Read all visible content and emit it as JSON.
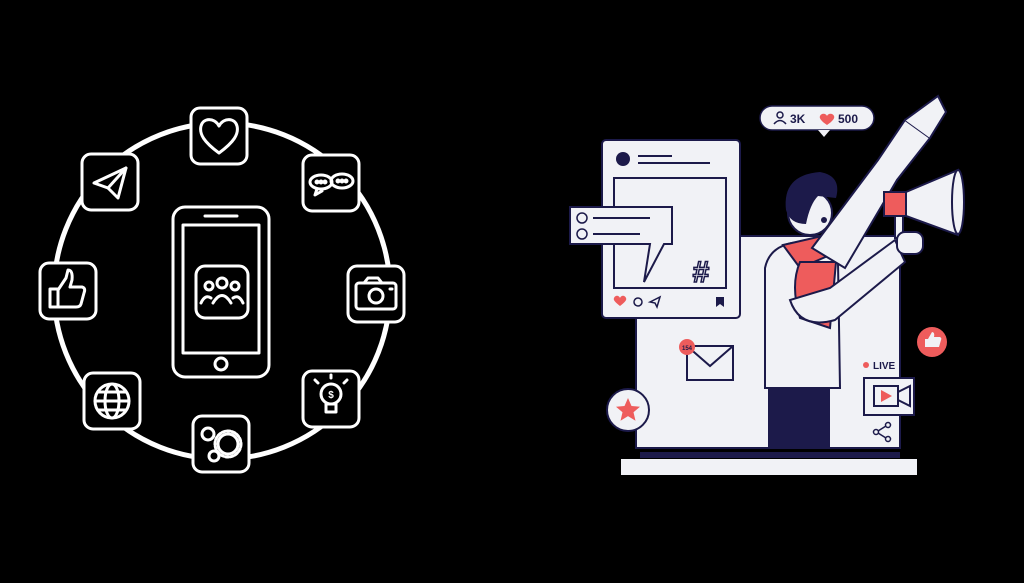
{
  "colors": {
    "background": "#000000",
    "outline": "#ffffff",
    "panel": "#f1f2f6",
    "navy": "#1c1a4a",
    "accent": "#ee5c5c"
  },
  "left_illustration": {
    "orbit_icons": [
      "heart-icon",
      "chat-bubbles-icon",
      "camera-icon",
      "lightbulb-money-icon",
      "gears-icon",
      "globe-icon",
      "thumbs-up-icon",
      "paper-plane-icon"
    ],
    "center_icon": "group-users-icon"
  },
  "right_illustration": {
    "stats": {
      "followers": "3K",
      "likes": "500"
    },
    "post": {
      "hashtag": "#"
    },
    "email_badge": "154",
    "live_label": "LIVE"
  }
}
